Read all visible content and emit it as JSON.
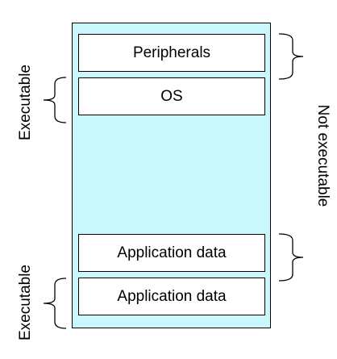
{
  "segments": {
    "peripherals": "Peripherals",
    "os": "OS",
    "app_data_1": "Application data",
    "app_data_2": "Application data"
  },
  "labels": {
    "executable_top": "Executable",
    "executable_bottom": "Executable",
    "not_executable": "Not executable"
  },
  "colors": {
    "memory_fill": "#c9f7fb",
    "segment_fill": "#ffffff",
    "stroke": "#000000"
  }
}
